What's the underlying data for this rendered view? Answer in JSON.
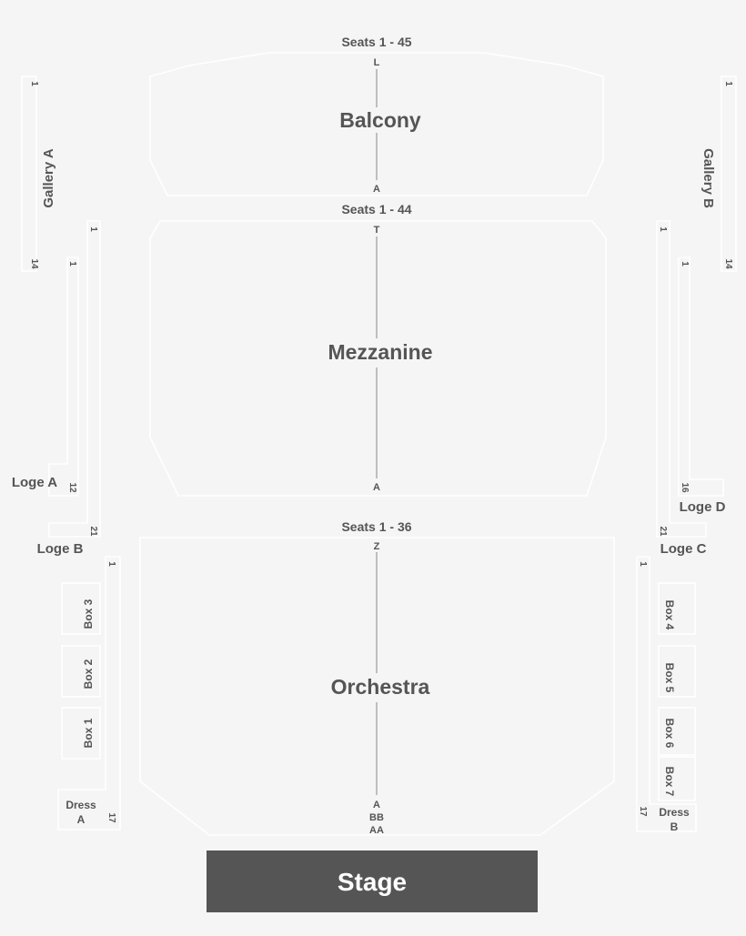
{
  "balcony": {
    "seats": "Seats 1 - 45",
    "title": "Balcony",
    "row_first": "L",
    "row_last": "A"
  },
  "mezzanine": {
    "seats": "Seats 1 - 44",
    "title": "Mezzanine",
    "row_first": "T",
    "row_last": "A"
  },
  "orchestra": {
    "seats": "Seats 1 - 36",
    "title": "Orchestra",
    "row_first": "Z",
    "row_a": "A",
    "row_bb": "BB",
    "row_aa": "AA"
  },
  "stage": {
    "label": "Stage"
  },
  "gallery_a": {
    "label": "Gallery A",
    "first": "1",
    "last": "14"
  },
  "gallery_b": {
    "label": "Gallery B",
    "first": "1",
    "last": "14"
  },
  "loge_a": {
    "label": "Loge A",
    "first": "1",
    "last": "12"
  },
  "loge_b": {
    "label": "Loge B",
    "first": "1",
    "last": "21"
  },
  "loge_c": {
    "label": "Loge C",
    "first": "1",
    "last": "21"
  },
  "loge_d": {
    "label": "Loge D",
    "first": "1",
    "last": "16"
  },
  "left_boxes": {
    "first": "1",
    "last": "17",
    "box3": "Box 3",
    "box2": "Box 2",
    "box1": "Box 1",
    "dress_line1": "Dress",
    "dress_line2": "A"
  },
  "right_boxes": {
    "first": "1",
    "last": "17",
    "box4": "Box 4",
    "box5": "Box 5",
    "box6": "Box 6",
    "box7": "Box 7",
    "dress_line1": "Dress",
    "dress_line2": "B"
  }
}
